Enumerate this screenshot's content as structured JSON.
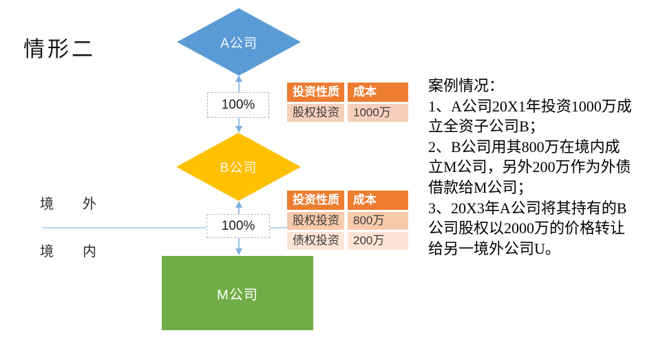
{
  "title": "情形二",
  "diagram": {
    "nodes": {
      "a": {
        "label": "A公司",
        "color": "#5b9bd5",
        "shape": "diamond"
      },
      "b": {
        "label": "B公司",
        "color": "#ffc000",
        "shape": "diamond"
      },
      "m": {
        "label": "M公司",
        "color": "#70ad47",
        "shape": "rectangle"
      }
    },
    "edges": {
      "ab": {
        "label": "100%"
      },
      "bm": {
        "label": "100%"
      }
    },
    "regions": {
      "outside": "境外",
      "inside": "境内"
    }
  },
  "tables": {
    "ab": {
      "headers": [
        "投资性质",
        "成本"
      ],
      "rows": [
        [
          "股权投资",
          "1000万"
        ]
      ]
    },
    "bm": {
      "headers": [
        "投资性质",
        "成本"
      ],
      "rows": [
        [
          "股权投资",
          "800万"
        ],
        [
          "债权投资",
          "200万"
        ]
      ]
    }
  },
  "case_text": {
    "lines": [
      "案例情况：",
      "1、A公司20X1年投资1000万成",
      "立全资子公司B；",
      "2、B公司用其800万在境内成",
      "立M公司，另外200万作为外债",
      "借款给M公司；",
      "3、20X3年A公司将其持有的B",
      "公司股权以2000万的价格转让",
      "给另一境外公司U。"
    ]
  },
  "colors": {
    "node_a": "#5b9bd5",
    "node_b": "#ffc000",
    "node_m": "#70ad47",
    "table_header": "#ed7d31",
    "table_row_dark": "#f7caac",
    "table_row_light": "#fbe5d6",
    "connector": "#7fafdf",
    "divider_line": "#9dc3e6"
  }
}
